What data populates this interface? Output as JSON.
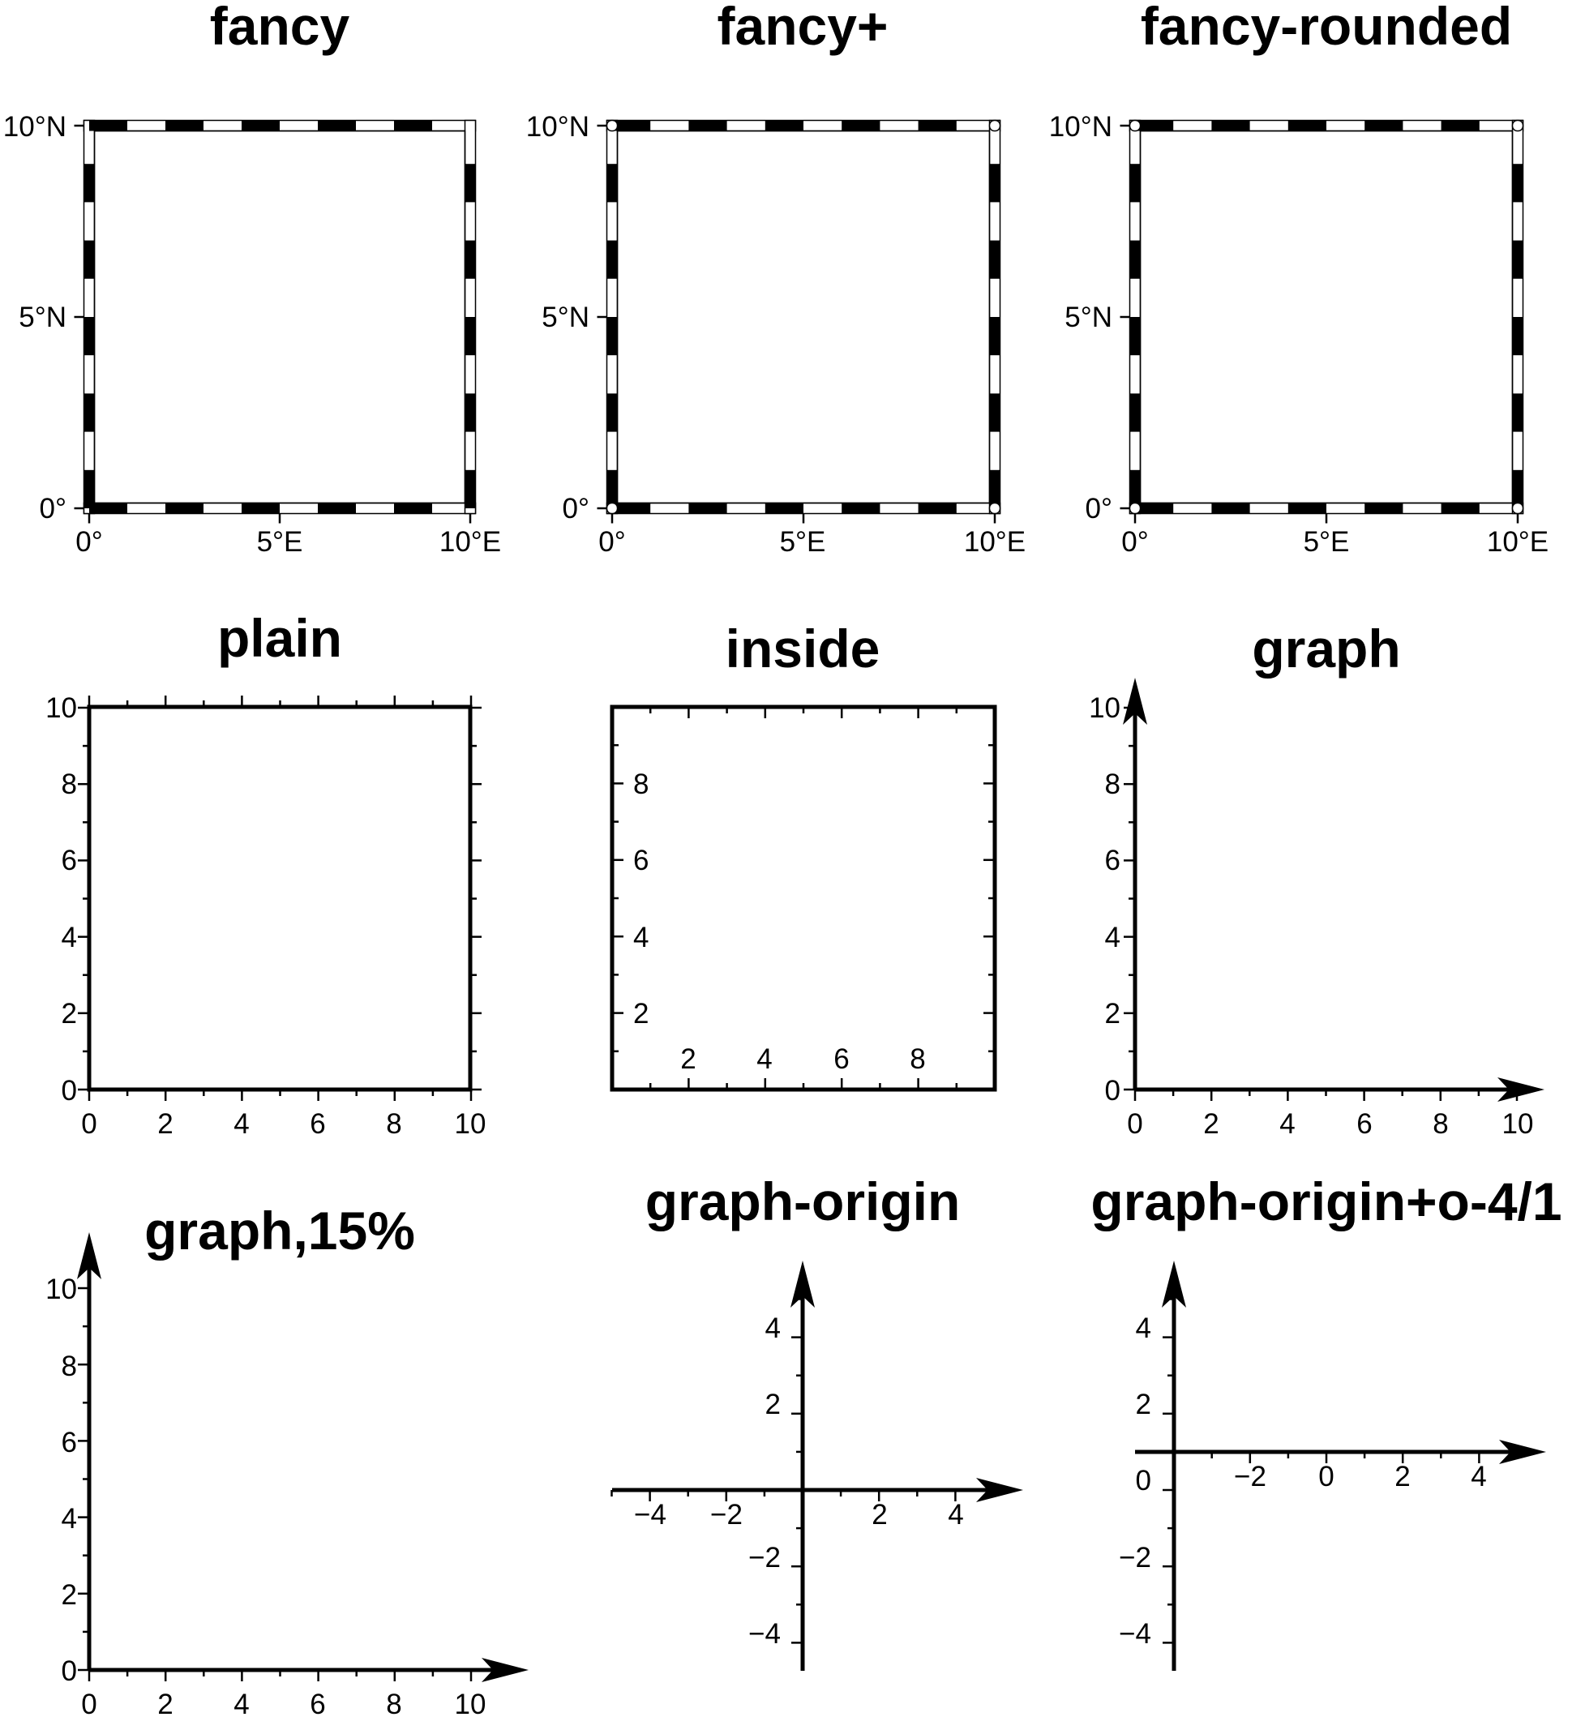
{
  "panels": [
    {
      "id": "fancy",
      "title": "fancy",
      "style": "fancy",
      "y_labels": [
        "10°N",
        "5°N",
        "0°"
      ],
      "x_labels": [
        "0°",
        "5°E",
        "10°E"
      ]
    },
    {
      "id": "fancy-plus",
      "title": "fancy+",
      "style": "fancy+",
      "y_labels": [
        "10°N",
        "5°N",
        "0°"
      ],
      "x_labels": [
        "0°",
        "5°E",
        "10°E"
      ]
    },
    {
      "id": "fancy-rounded",
      "title": "fancy-rounded",
      "style": "fancy-rounded",
      "y_labels": [
        "10°N",
        "5°N",
        "0°"
      ],
      "x_labels": [
        "0°",
        "5°E",
        "10°E"
      ]
    },
    {
      "id": "plain",
      "title": "plain",
      "style": "plain",
      "y_labels": [
        "10",
        "8",
        "6",
        "4",
        "2",
        "0"
      ],
      "x_labels": [
        "0",
        "2",
        "4",
        "6",
        "8",
        "10"
      ]
    },
    {
      "id": "inside",
      "title": "inside",
      "style": "inside",
      "y_labels": [
        "8",
        "6",
        "4",
        "2"
      ],
      "x_labels": [
        "2",
        "4",
        "6",
        "8"
      ]
    },
    {
      "id": "graph",
      "title": "graph",
      "style": "graph",
      "y_labels": [
        "10",
        "8",
        "6",
        "4",
        "2",
        "0"
      ],
      "x_labels": [
        "0",
        "2",
        "4",
        "6",
        "8",
        "10"
      ]
    },
    {
      "id": "graph-15",
      "title": "graph,15%",
      "style": "graph,15%",
      "y_labels": [
        "10",
        "8",
        "6",
        "4",
        "2",
        "0"
      ],
      "x_labels": [
        "0",
        "2",
        "4",
        "6",
        "8",
        "10"
      ]
    },
    {
      "id": "graph-origin",
      "title": "graph-origin",
      "style": "graph-origin",
      "y_labels": [
        "4",
        "2",
        "−2",
        "−4"
      ],
      "x_labels": [
        "−4",
        "−2",
        "2",
        "4"
      ]
    },
    {
      "id": "graph-origin-offset",
      "title": "graph-origin+o-4/1",
      "style": "graph-origin+o-4/1",
      "y_labels": [
        "4",
        "2",
        "0",
        "−2",
        "−4"
      ],
      "x_labels": [
        "−2",
        "0",
        "2",
        "4"
      ]
    }
  ],
  "colors": {
    "ink": "#000000",
    "paper": "#ffffff"
  }
}
